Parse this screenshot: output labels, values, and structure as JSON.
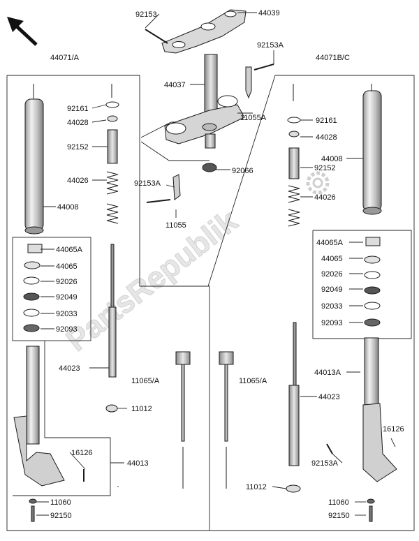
{
  "watermark": "PartsRepublik",
  "labels": {
    "group_left": "44071/A",
    "group_right": "44071B/C",
    "l92153_top": "92153",
    "l44039": "44039",
    "l92153A_top": "92153A",
    "l44037": "44037",
    "l11055A": "11055A",
    "l92066": "92066",
    "l92153A_mid": "92153A",
    "l11055": "11055",
    "L92161": "92161",
    "L44028": "44028",
    "L92152": "92152",
    "L44026": "44026",
    "L44008": "44008",
    "L44065A": "44065A",
    "L44065": "44065",
    "L92026": "92026",
    "L92049": "92049",
    "L92033": "92033",
    "L92093": "92093",
    "L44023": "44023",
    "L16126": "16126",
    "L44013": "44013",
    "L11060": "11060",
    "L92150": "92150",
    "C11065A_left": "11065/A",
    "C11012_left": "11012",
    "C11065A_right": "11065/A",
    "C11012_right": "11012",
    "R92161": "92161",
    "R44028": "44028",
    "R92152": "92152",
    "R44026": "44026",
    "R44008": "44008",
    "R44065A": "44065A",
    "R44065": "44065",
    "R92026": "92026",
    "R92049": "92049",
    "R92033": "92033",
    "R92093": "92093",
    "R44013A": "44013A",
    "R44023": "44023",
    "R16126": "16126",
    "R92153A": "92153A",
    "R11060": "11060",
    "R92150": "92150"
  },
  "icons": [
    "direction-arrow-icon",
    "gear-icon"
  ]
}
